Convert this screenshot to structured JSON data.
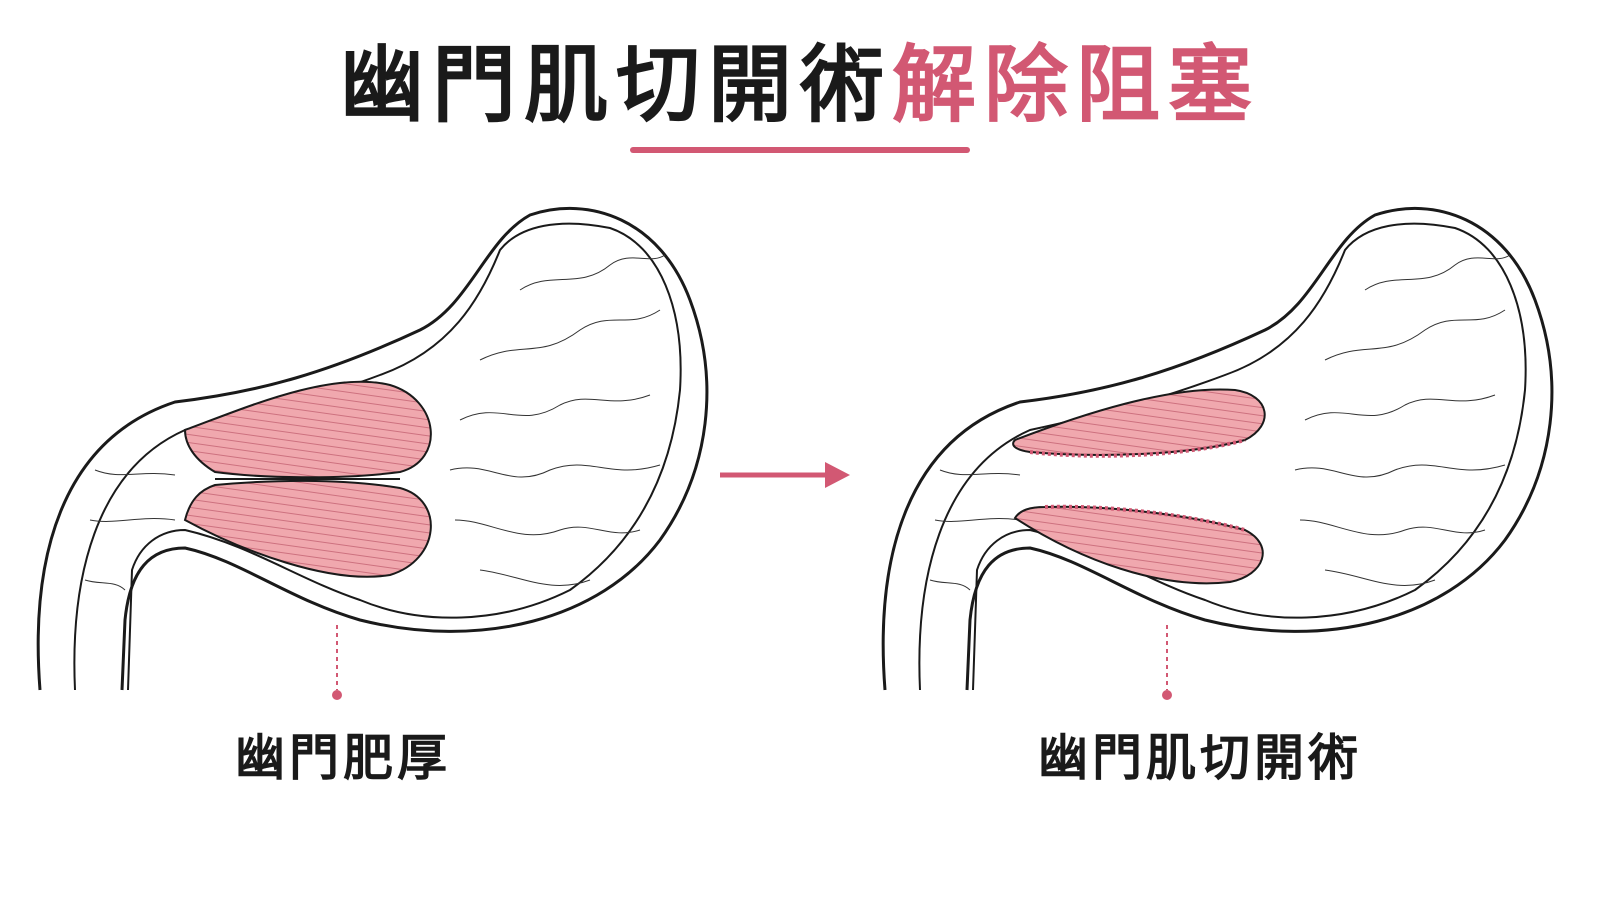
{
  "title": {
    "part1": "幽門肌切開術",
    "part2": "解除阻塞"
  },
  "labels": {
    "before": "幽門肥厚",
    "after": "幽門肌切開術"
  },
  "colors": {
    "accent": "#d25873",
    "muscle_fill": "#f0a8ae",
    "outline": "#1a1a1a"
  },
  "icons": {
    "arrow": "arrow-right-icon"
  }
}
